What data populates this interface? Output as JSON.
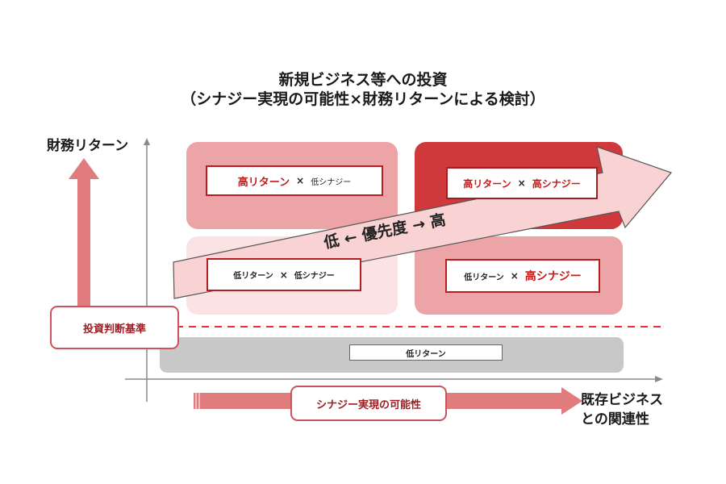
{
  "title": {
    "line1": "新規ビジネス等への投資",
    "line2": "（シナジー実現の可能性×財務リターンによる検討）"
  },
  "axes": {
    "y_label": "財務リターン",
    "x_label_line1": "既存ビジネス",
    "x_label_line2": "との関連性"
  },
  "quadrants": {
    "top_left": {
      "return": "高リターン",
      "sep": "×",
      "synergy": "低シナジー"
    },
    "top_right": {
      "return": "高リターン",
      "sep": "×",
      "synergy": "高シナジー"
    },
    "bottom_left": {
      "return": "低リターン",
      "sep": "×",
      "synergy": "低シナジー"
    },
    "bottom_right": {
      "return": "低リターン",
      "sep": "×",
      "synergy": "高シナジー"
    }
  },
  "threshold": {
    "label": "投資判断基準"
  },
  "low_return_band": {
    "label": "低リターン"
  },
  "synergy_arrow": {
    "label": "シナジー実現の可能性"
  },
  "priority_arrow": {
    "label": "低 ← 優先度 → 高"
  },
  "colors": {
    "quad_top_left": "#eda4a6",
    "quad_top_right": "#d0393c",
    "quad_bottom_left": "#fbe3e3",
    "quad_bottom_right": "#eda4a6",
    "arrow_fill": "#f9d3d4",
    "axis_arrow": "#e07b7e",
    "band_gray": "#c8c8c8",
    "threshold_red": "#d9353b"
  }
}
